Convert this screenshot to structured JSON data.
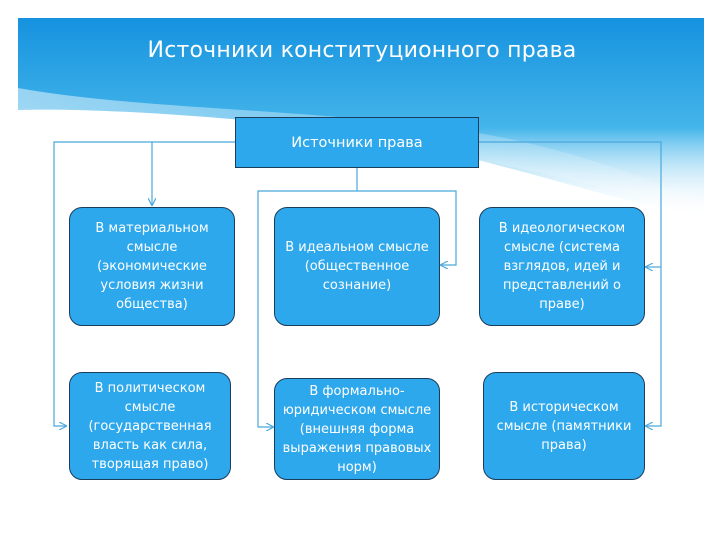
{
  "title": "Источники конституционного права",
  "root": {
    "label": "Источники права"
  },
  "nodes": [
    {
      "label": "В материальном смысле (экономические условия жизни общества)"
    },
    {
      "label": "В идеальном смысле (общественное сознание)"
    },
    {
      "label": "В идеологическом смысле (система взглядов, идей и представлений о праве)"
    },
    {
      "label": "В политическом смысле (государственная власть как сила, творящая право)"
    },
    {
      "label": "В формально-юридическом смысле (внешняя форма выражения правовых норм)"
    },
    {
      "label": "В историческом смысле (памятники права)"
    }
  ],
  "colors": {
    "box_fill": "#2ea8ec",
    "box_border": "#1b3d5c",
    "connector": "#4aa8dc",
    "header": "#1d9fe4"
  }
}
